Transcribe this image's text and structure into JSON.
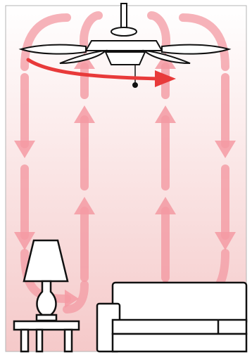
{
  "diagram": {
    "colors": {
      "room_top": "#ffffff",
      "room_bottom": "#f5c9c9",
      "airflow": "#f49aa3",
      "spin_arrow": "#e83a3a",
      "outline": "#111111",
      "furniture_fill": "#ffffff"
    },
    "elements": [
      "room-background",
      "ceiling-fan",
      "fan-rotation-arrow",
      "upward-airflow-arrows",
      "downward-airflow-arrows",
      "table-lamp",
      "side-table",
      "sofa"
    ]
  }
}
